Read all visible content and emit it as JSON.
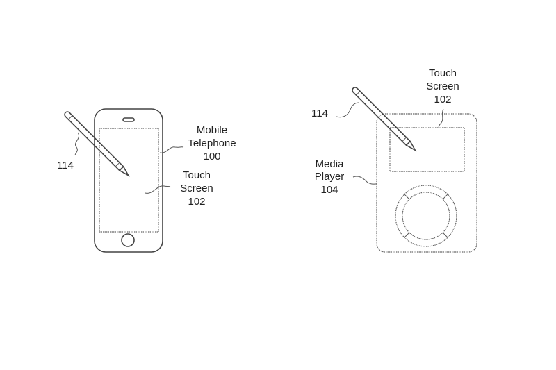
{
  "figure": {
    "mobile_telephone": {
      "label_line1": "Mobile",
      "label_line2": "Telephone",
      "ref": "100"
    },
    "phone_touch_screen": {
      "label_line1": "Touch",
      "label_line2": "Screen",
      "ref": "102"
    },
    "phone_stylus": {
      "ref": "114"
    },
    "media_player": {
      "label_line1": "Media",
      "label_line2": "Player",
      "ref": "104"
    },
    "player_touch_screen": {
      "label_line1": "Touch",
      "label_line2": "Screen",
      "ref": "102"
    },
    "player_stylus": {
      "ref": "114"
    }
  }
}
